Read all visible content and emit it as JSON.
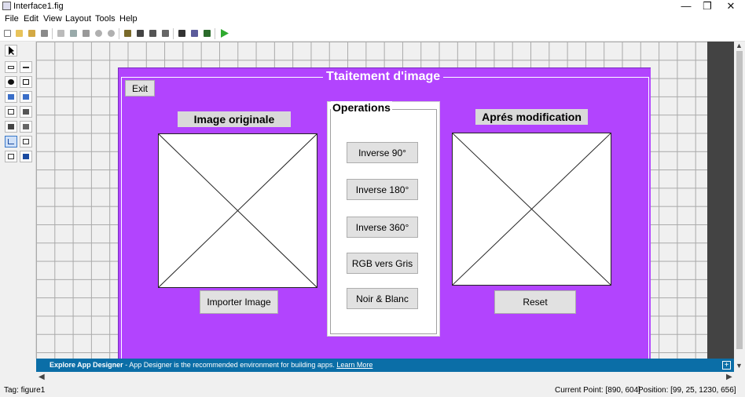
{
  "window": {
    "title": "Interface1.fig",
    "controls": {
      "minimize": "—",
      "maximize": "❐",
      "close": "✕"
    }
  },
  "menu": [
    "File",
    "Edit",
    "View",
    "Layout",
    "Tools",
    "Help"
  ],
  "figure": {
    "background_color": "#b244fe",
    "panel_title": "Ttaitement d'image",
    "exit_button": "Exit",
    "left": {
      "label": "Image originale",
      "import_button": "Importer Image"
    },
    "operations": {
      "title": "Operations",
      "buttons": [
        "Inverse 90°",
        "Inverse 180°",
        "Inverse 360°",
        "RGB vers Gris",
        "Noir & Blanc"
      ]
    },
    "right": {
      "label": "Aprés modification",
      "reset_button": "Reset"
    }
  },
  "banner": {
    "bold": "Explore App Designer",
    "text": " - App Designer is the recommended environment for building apps. ",
    "link": "Learn More"
  },
  "status": {
    "tag": "Tag: figure1",
    "current_point": "Current Point:  [890, 604]",
    "position": "Position: [99, 25, 1230, 656]"
  }
}
